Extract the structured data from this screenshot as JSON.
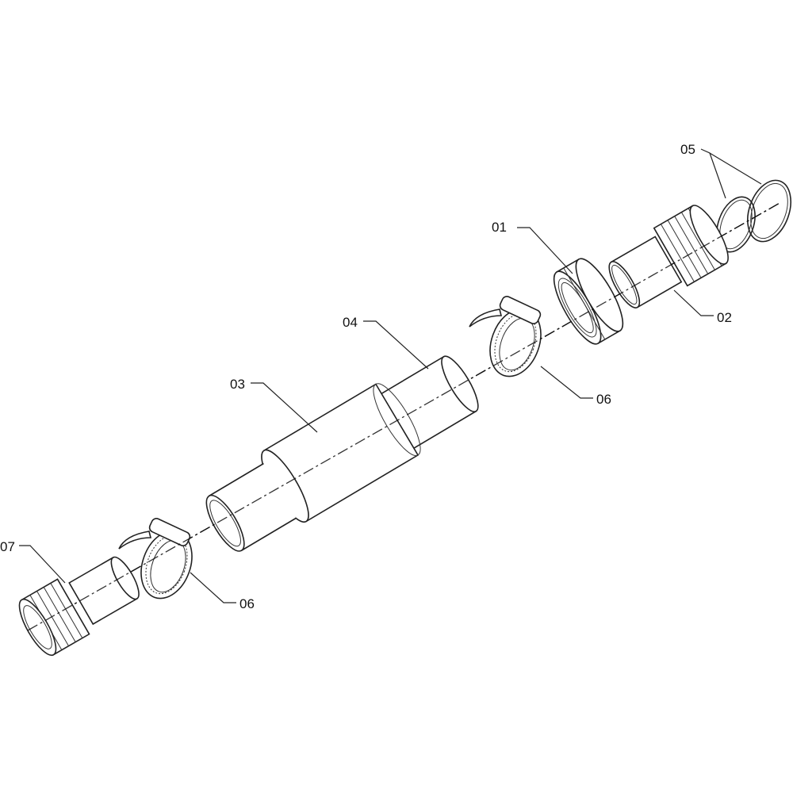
{
  "diagram": {
    "type": "exploded-parts-view",
    "labels": {
      "p01": "01",
      "p02": "02",
      "p03": "03",
      "p04": "04",
      "p05": "05",
      "p06_right": "06",
      "p06_left": "06",
      "p07": "07"
    }
  }
}
